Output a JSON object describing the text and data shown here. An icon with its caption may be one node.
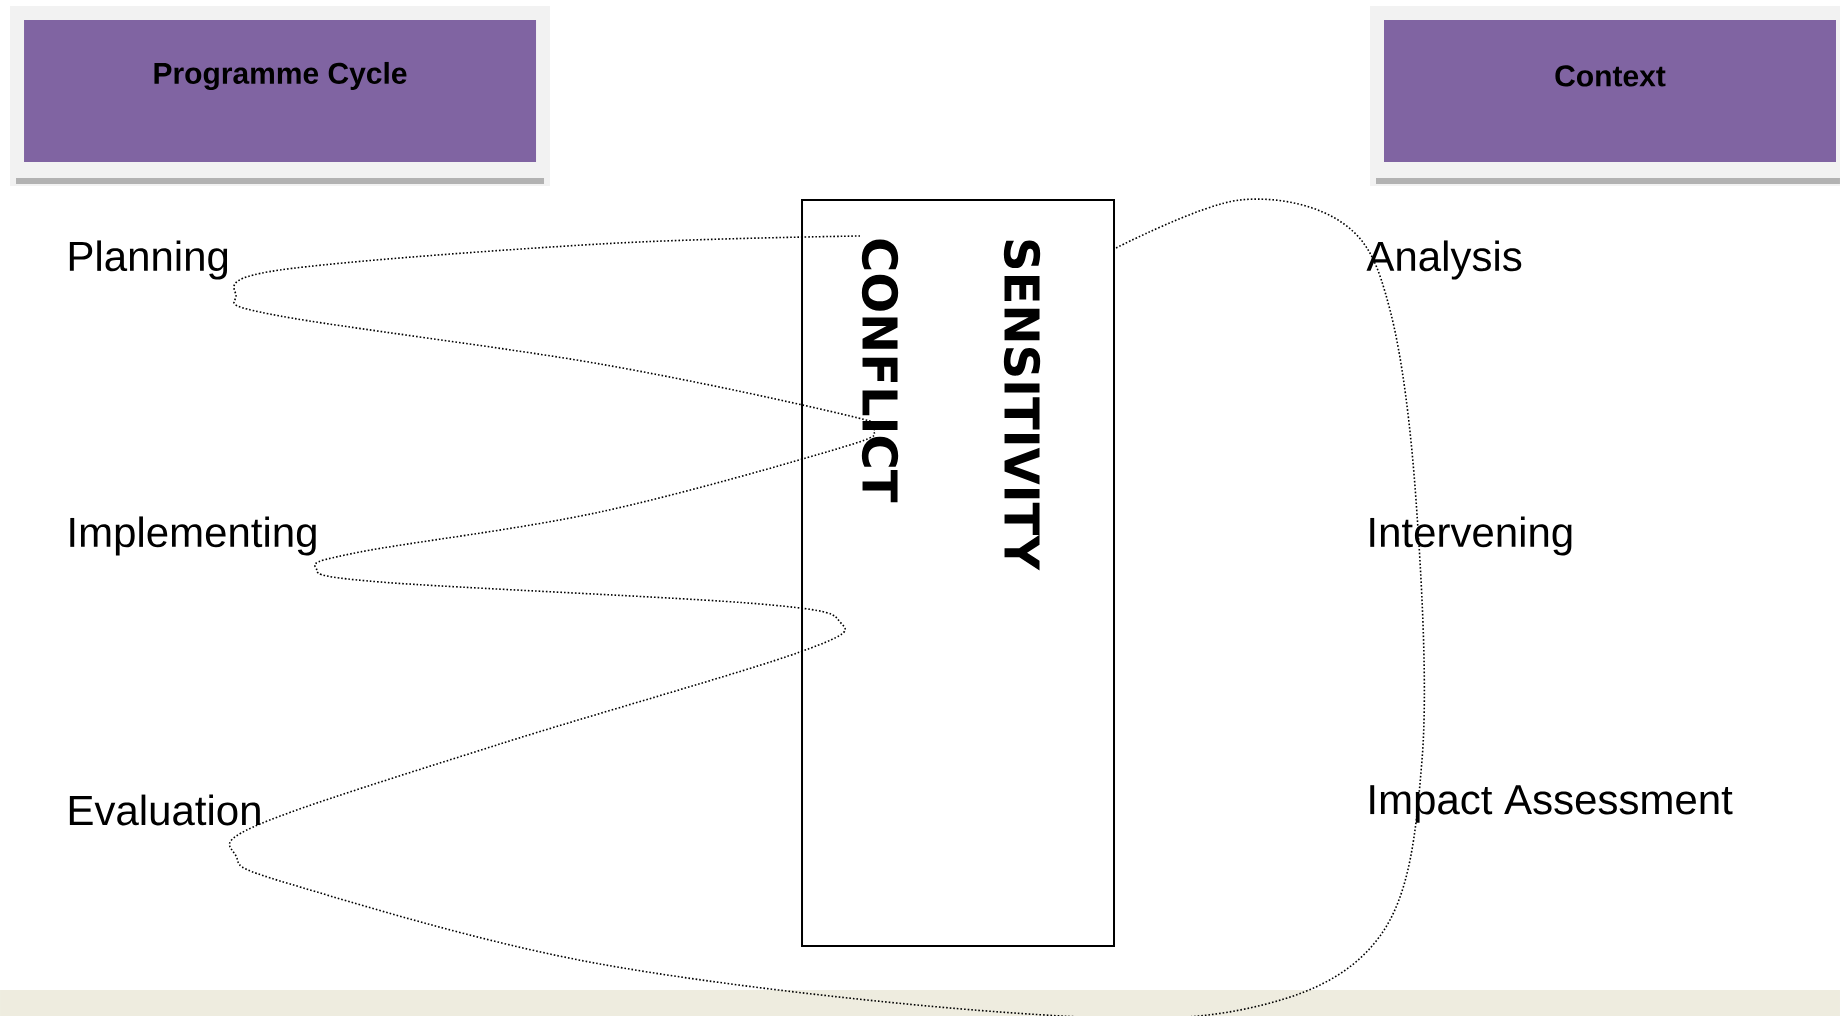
{
  "diagram": {
    "nodes": [
      {
        "text": [
          "Programme Cycle"
        ]
      },
      {
        "text": [
          "Context"
        ]
      },
      {
        "text": [
          "CONFLICT",
          "SENSITIVITY"
        ]
      }
    ],
    "labels": [
      "Planning",
      "Analysis",
      "Implementing",
      "Intervening",
      "Evaluation",
      "Impact Assessment"
    ]
  }
}
